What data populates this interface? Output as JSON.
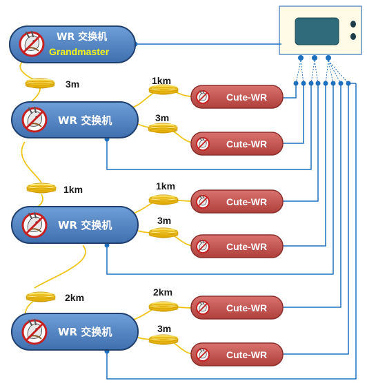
{
  "grandmaster": {
    "title": "WR 交换机",
    "subtitle": "Grandmaster"
  },
  "switch_label": "WR 交换机",
  "node_label": "Cute-WR",
  "distances": {
    "gm_to_sw1": "3m",
    "sw1_to_sw2": "1km",
    "sw2_to_sw3": "2km",
    "sw1_node1": "1km",
    "sw1_node2": "3m",
    "sw2_node1": "1km",
    "sw2_node2": "3m",
    "sw3_node1": "2km",
    "sw3_node2": "3m"
  },
  "colors": {
    "switch_fill": "#4a7fc1",
    "switch_border": "#1f3f6e",
    "node_fill": "#c0504d",
    "node_border": "#8b2e2b",
    "fiber": "#f0c419",
    "wire": "#1f6fbf",
    "instrument_panel": "#fffbe6",
    "instrument_screen": "#2f6b7a"
  }
}
